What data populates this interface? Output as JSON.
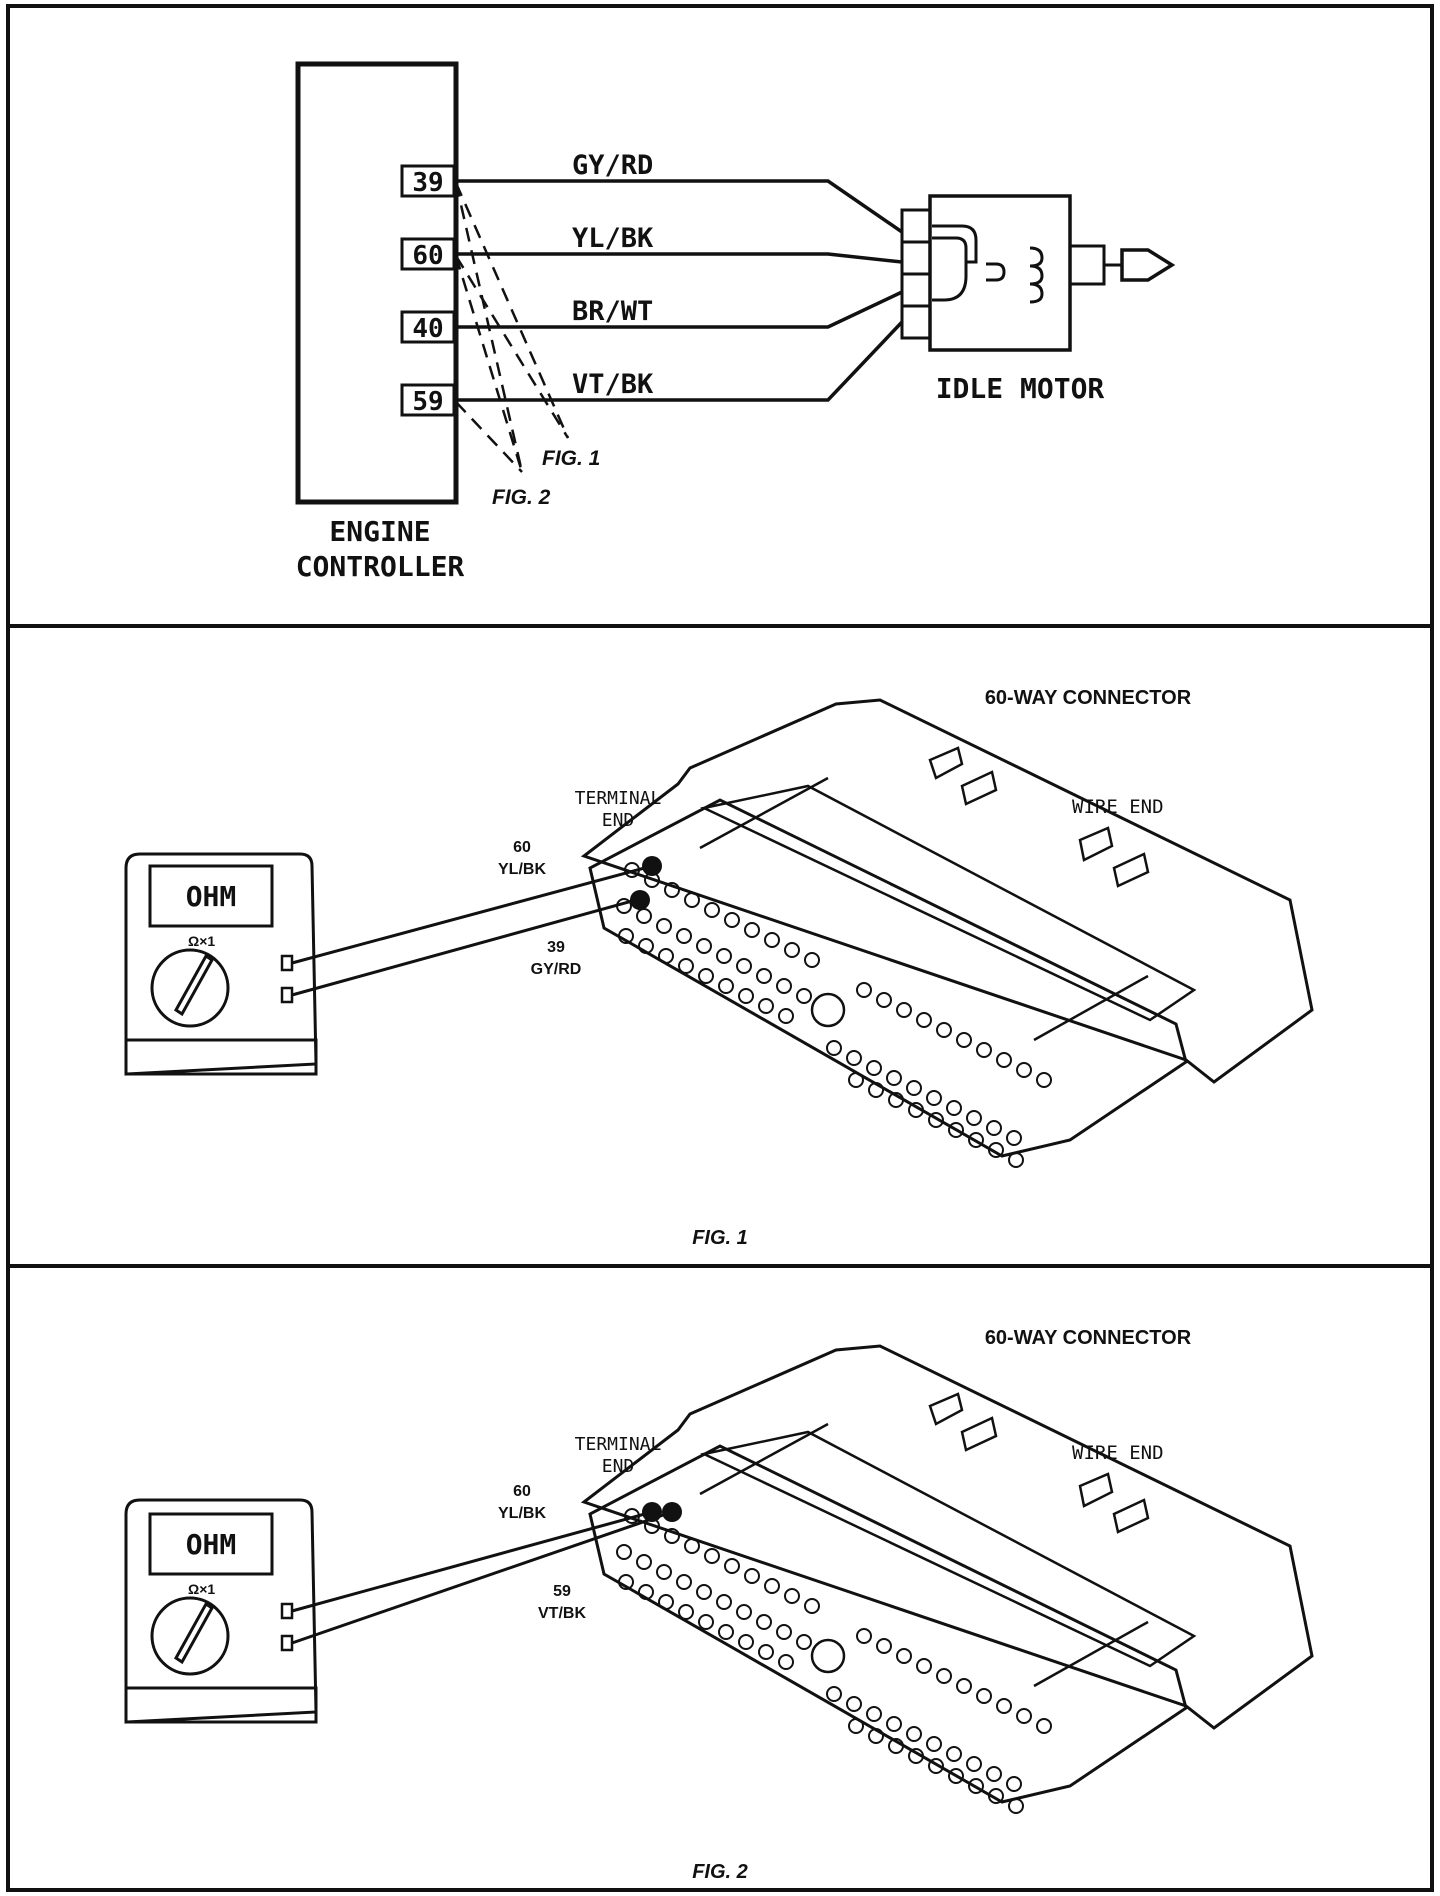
{
  "schematic": {
    "controller_label_line1": "ENGINE",
    "controller_label_line2": "CONTROLLER",
    "pins": [
      "39",
      "60",
      "40",
      "59"
    ],
    "wires": [
      "GY/RD",
      "YL/BK",
      "BR/WT",
      "VT/BK"
    ],
    "motor_label": "IDLE MOTOR",
    "fig1_callout": "FIG. 1",
    "fig2_callout": "FIG. 2"
  },
  "fig1": {
    "connector_title": "60-WAY CONNECTOR",
    "wire_end_label": "WIRE END",
    "terminal_end_line1": "TERMINAL",
    "terminal_end_line2": "END",
    "meter_display": "OHM",
    "meter_range": "Ω×1",
    "probe_a_pin": "60",
    "probe_a_wire": "YL/BK",
    "probe_b_pin": "39",
    "probe_b_wire": "GY/RD",
    "caption": "FIG. 1"
  },
  "fig2": {
    "connector_title": "60-WAY CONNECTOR",
    "wire_end_label": "WIRE END",
    "terminal_end_line1": "TERMINAL",
    "terminal_end_line2": "END",
    "meter_display": "OHM",
    "meter_range": "Ω×1",
    "probe_a_pin": "60",
    "probe_a_wire": "YL/BK",
    "probe_b_pin": "59",
    "probe_b_wire": "VT/BK",
    "caption": "FIG. 2"
  }
}
